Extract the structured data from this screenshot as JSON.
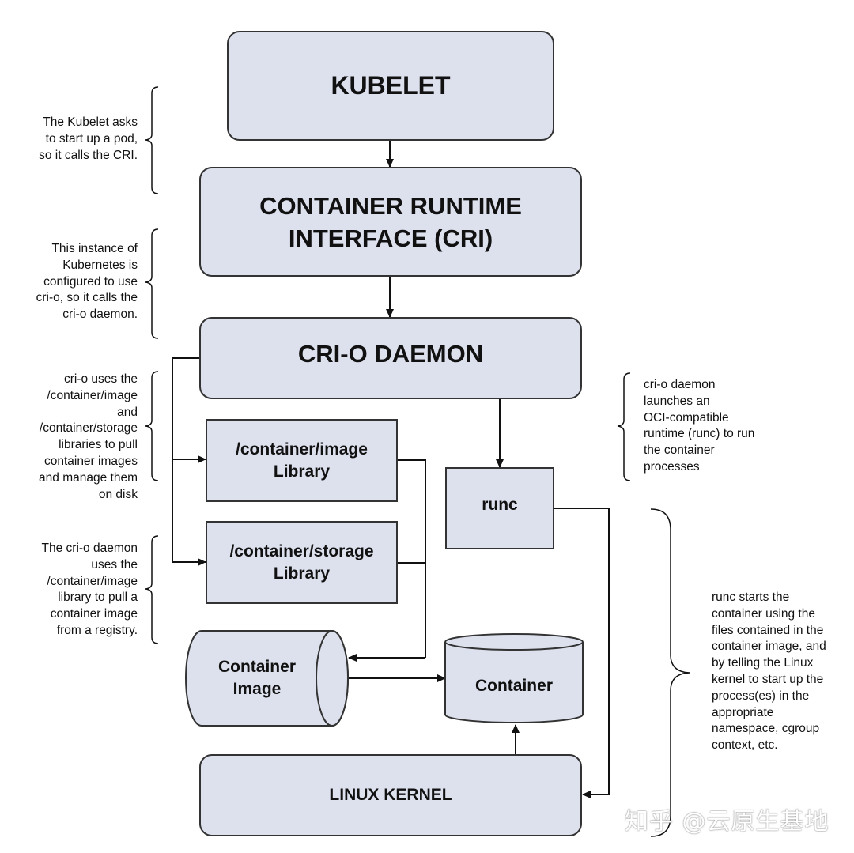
{
  "boxes": {
    "kubelet": "KUBELET",
    "cri": "CONTAINER RUNTIME\nINTERFACE (CRI)",
    "crio": "CRI-O DAEMON",
    "image_lib": "/container/image\nLibrary",
    "storage_lib": "/container/storage\nLibrary",
    "runc": "runc",
    "container_image": "Container\nImage",
    "container": "Container",
    "kernel": "LINUX KERNEL"
  },
  "notes": {
    "kubelet": "The Kubelet asks\nto start up a pod,\nso it calls the CRI.",
    "cri": "This instance of\nKubernetes is\nconfigured to use\ncri-o, so it calls the\ncri-o daemon.",
    "libraries": "cri-o uses the\n/container/image\nand\n/container/storage\nlibraries to pull\ncontainer images\nand manage them\non disk",
    "image_pull": "The cri-o daemon\nuses the\n/container/image\nlibrary to pull a\ncontainer image\nfrom a registry.",
    "runc_launch": "cri-o daemon\nlaunches an\nOCI-compatible\nruntime (runc) to run\nthe container\nprocesses",
    "runc_start": "runc starts the\ncontainer using the\nfiles contained in the\ncontainer image, and\nby telling the Linux\nkernel to start up the\nprocess(es) in the\nappropriate\nnamespace, cgroup\ncontext, etc."
  },
  "watermark": "知乎 @云原生基地",
  "colors": {
    "box_fill": "#dde1ee",
    "stroke": "#333333"
  }
}
